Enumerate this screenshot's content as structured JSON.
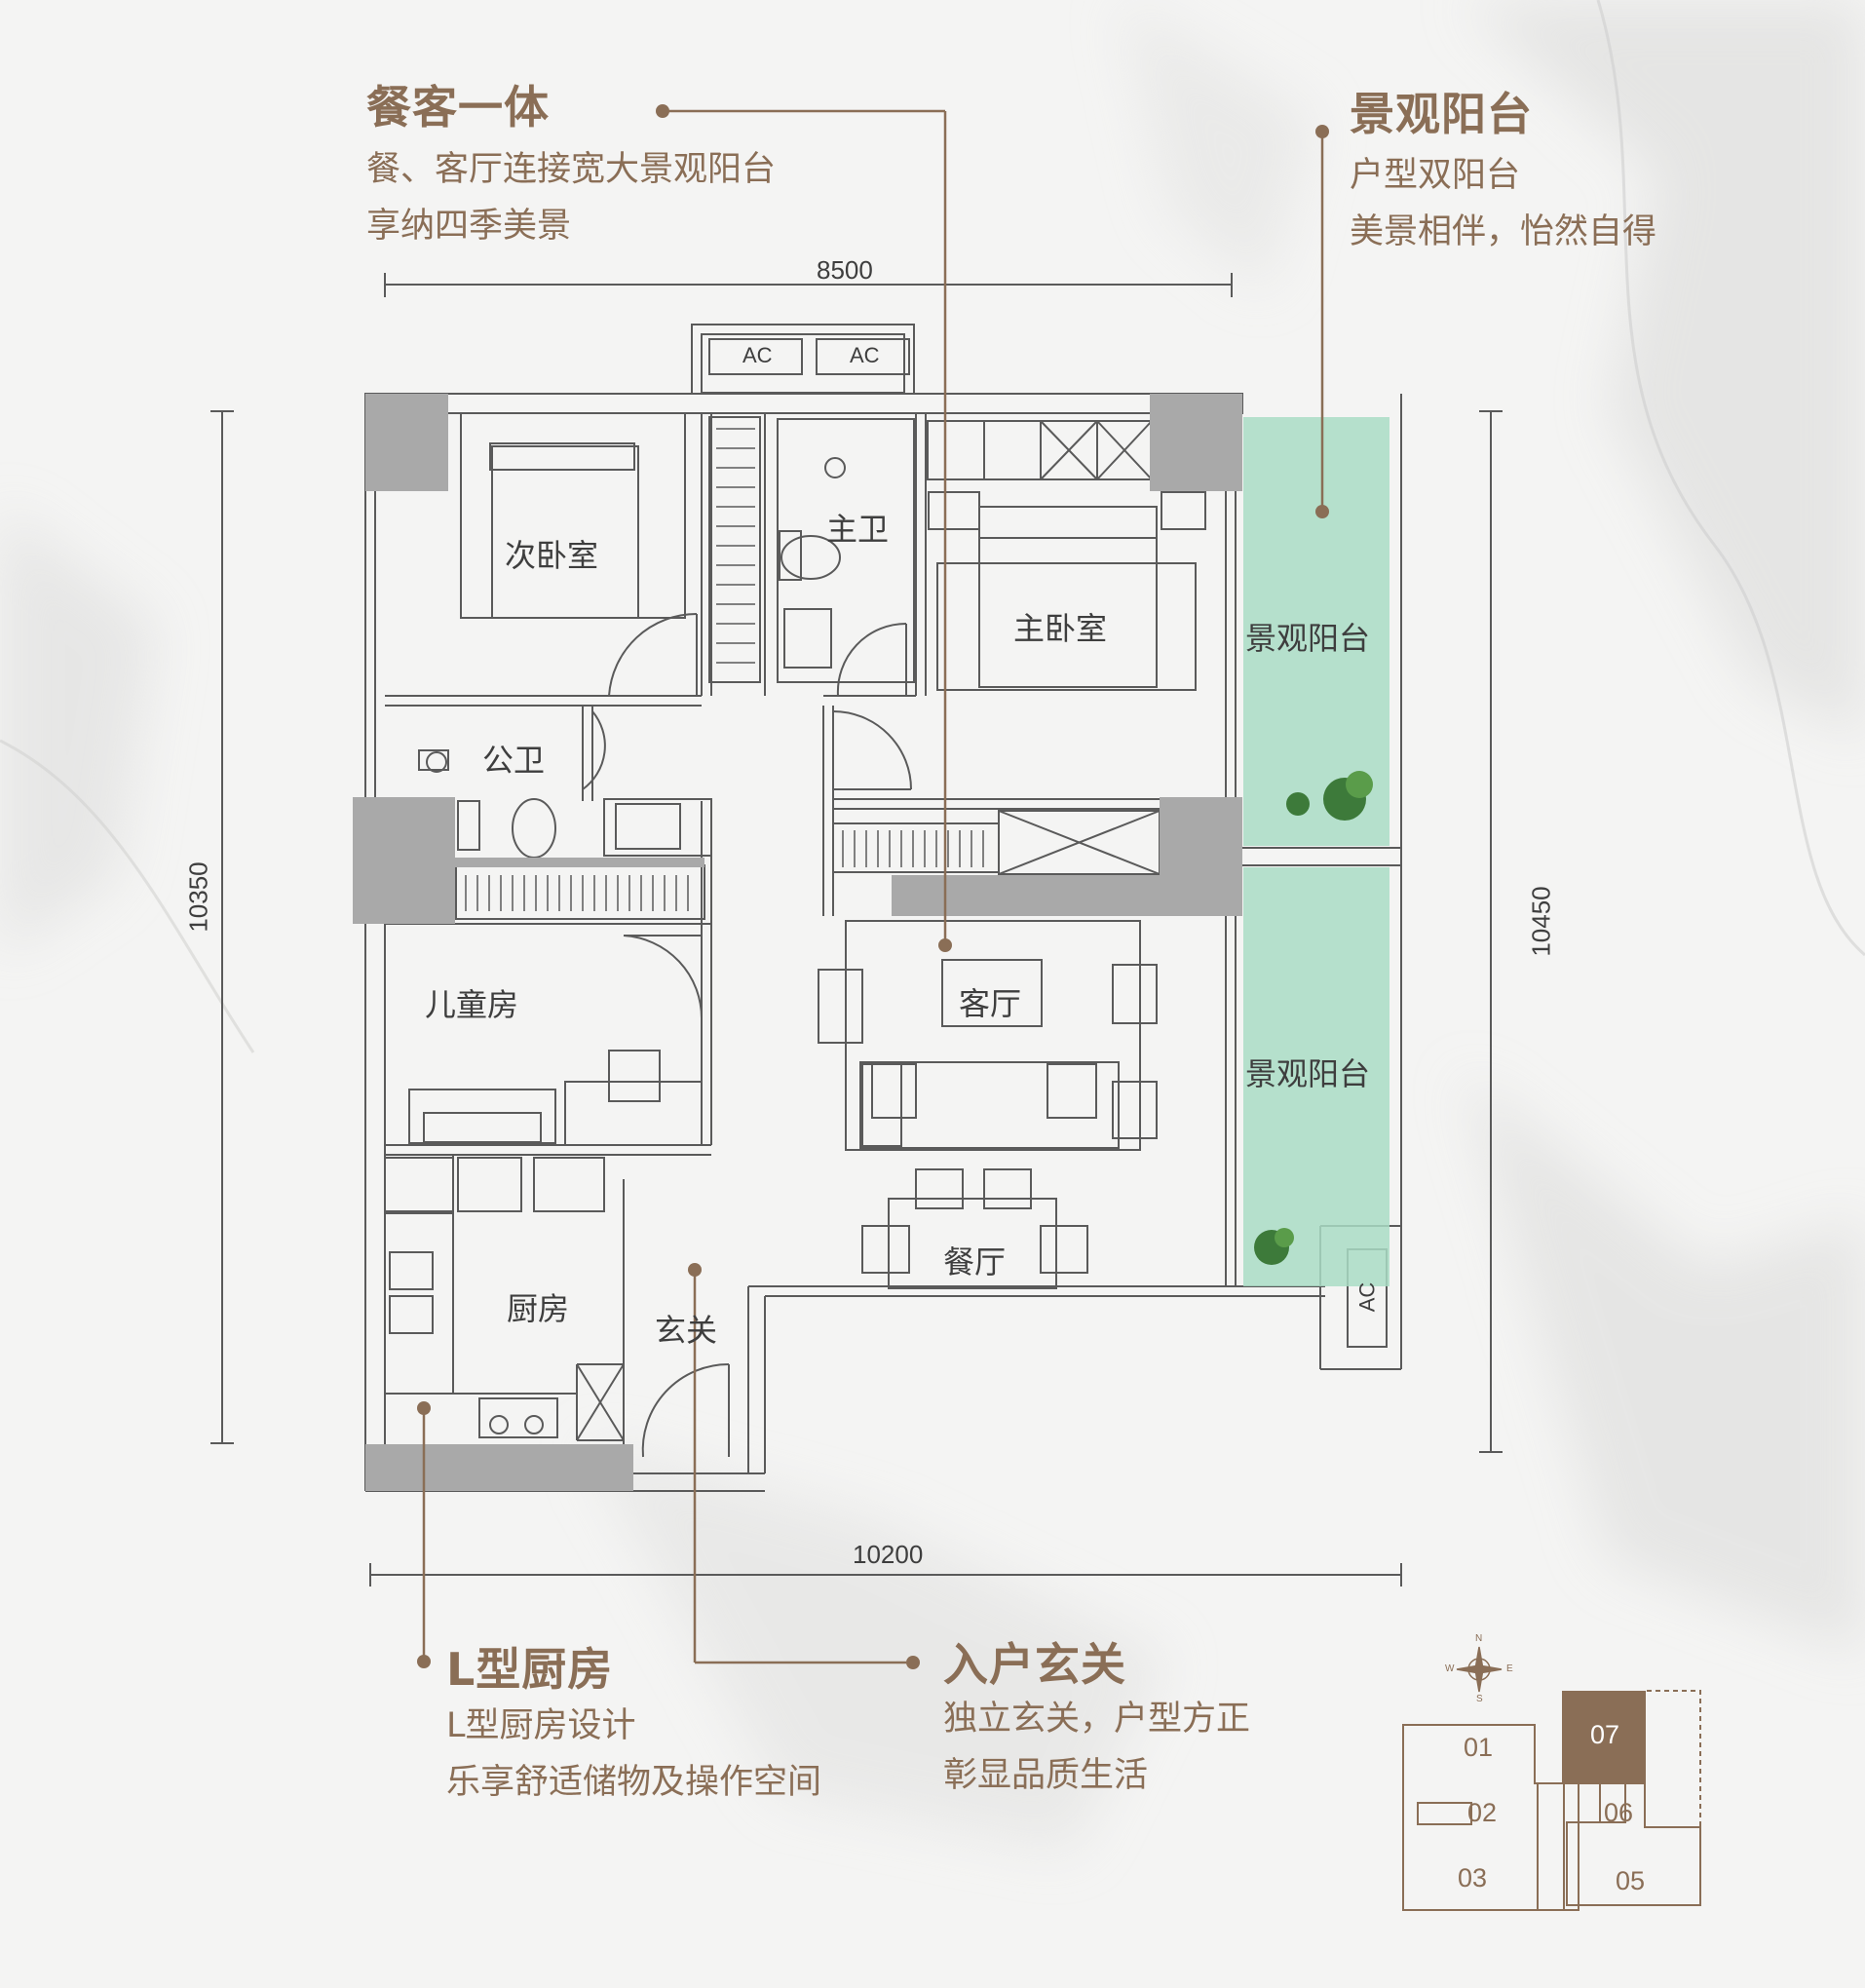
{
  "colors": {
    "accent": "#8a6e56",
    "wall": "#a9a9a9",
    "line": "#5a5a5a",
    "balcony": "#a9dcc4",
    "selected_unit": "#8a6e56"
  },
  "features": {
    "dining": {
      "title": "餐客一体",
      "lines": [
        "餐、客厅连接宽大景观阳台",
        "享纳四季美景"
      ]
    },
    "balcony": {
      "title": "景观阳台",
      "lines": [
        "户型双阳台",
        "美景相伴，怡然自得"
      ]
    },
    "kitchen": {
      "title": "L型厨房",
      "lines": [
        "L型厨房设计",
        "乐享舒适储物及操作空间"
      ]
    },
    "entry": {
      "title": "入户玄关",
      "lines": [
        "独立玄关，户型方正",
        "彰显品质生活"
      ]
    }
  },
  "dimensions": {
    "top": "8500",
    "left": "10350",
    "right": "10450",
    "bottom": "10200"
  },
  "rooms": {
    "second_bedroom": "次卧室",
    "master_bath": "主卫",
    "master_bedroom": "主卧室",
    "balcony_1": "景观阳台",
    "balcony_2": "景观阳台",
    "public_bath": "公卫",
    "kids_room": "儿童房",
    "living": "客厅",
    "dining": "餐厅",
    "kitchen": "厨房",
    "foyer": "玄关"
  },
  "ac_labels": [
    "AC",
    "AC",
    "AC"
  ],
  "compass": {
    "n": "N",
    "e": "E",
    "s": "S",
    "w": "W"
  },
  "key_plan": {
    "units": [
      "01",
      "02",
      "03",
      "05",
      "06",
      "07"
    ],
    "selected": "07"
  }
}
